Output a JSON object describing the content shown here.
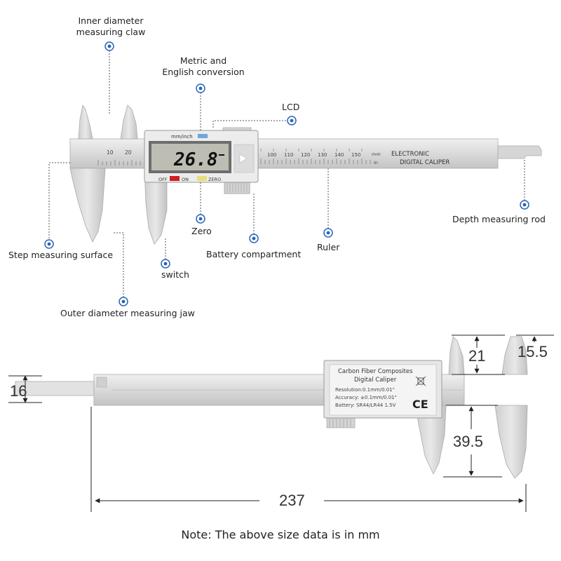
{
  "labels": {
    "inner_claw": [
      "Inner diameter",
      "measuring claw"
    ],
    "conversion": [
      "Metric and",
      "English conversion"
    ],
    "lcd": "LCD",
    "depth_rod": "Depth measuring rod",
    "step_surface": "Step measuring surface",
    "zero": "Zero",
    "battery_compartment": "Battery compartment",
    "ruler": "Ruler",
    "switch": "switch",
    "outer_jaw": "Outer diameter measuring jaw"
  },
  "caliper_front": {
    "display_reading": "26.8",
    "unit_label": "mm/inch",
    "button_off": "OFF",
    "button_on": "ON",
    "button_zero": "ZERO",
    "brand_line1": "ELECTRONIC",
    "brand_line2": "DIGITAL CALIPER",
    "scale_unit_mm": "mm",
    "scale_unit_in": "in",
    "scale_numbers_left": [
      "10",
      "20"
    ],
    "scale_numbers_right": [
      "100",
      "110",
      "120",
      "130",
      "140",
      "150"
    ]
  },
  "caliper_back": {
    "title_line1": "Carbon Fiber Composites",
    "title_line2": "Digital Caliper",
    "spec_resolution": "Resolution:0.1mm/0.01\"",
    "spec_accuracy": "Accuracy: ±0.1mm/0.01\"",
    "spec_battery": "Battery: SR44/LR44 1.5V",
    "mark": "CE"
  },
  "dimensions": {
    "length_total": "237",
    "jaw_inner": "21",
    "jaw_top": "15.5",
    "rod_height": "16",
    "jaw_outer": "39.5"
  },
  "note": "Note: The above size data is in mm",
  "colors": {
    "accent_blue": "#2a63b8",
    "body_gray": "#dcdcdc",
    "lcd_bg": "#bdbdb4",
    "button_red": "#d01f1f",
    "button_yellow": "#e7e07a"
  }
}
